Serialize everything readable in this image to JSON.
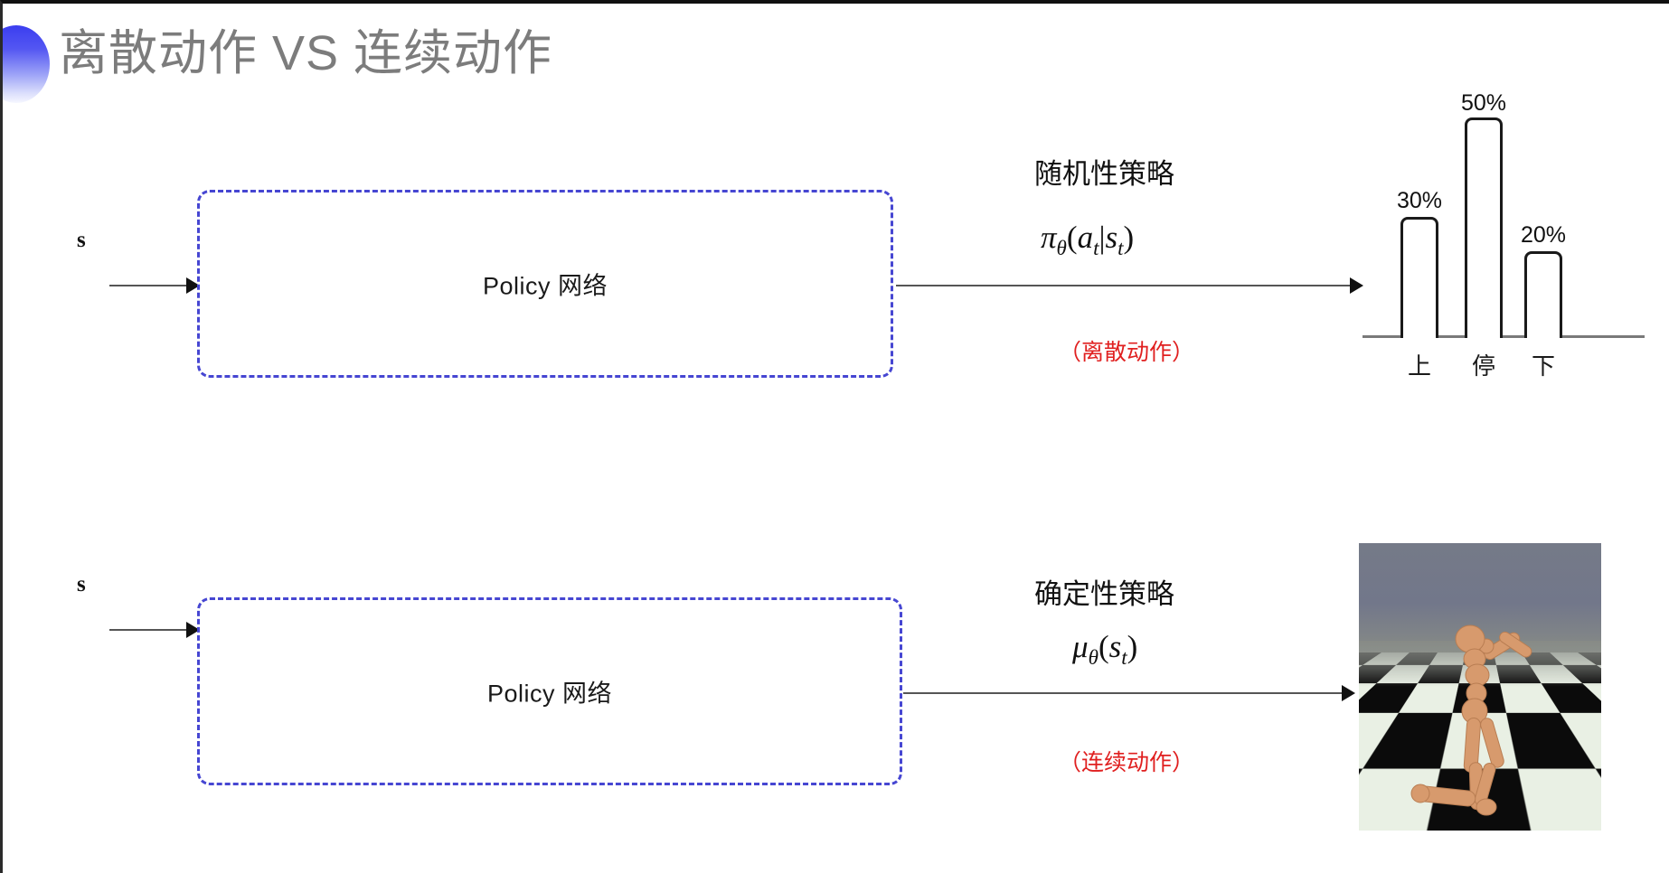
{
  "slide": {
    "title": "离散动作 VS 连续动作",
    "title_color": "#7c7c7c",
    "accent_color": "#4646d2",
    "note_color": "#e02020",
    "background": "#ffffff"
  },
  "rows": [
    {
      "id": "discrete",
      "input_label": "s",
      "box_label": "Policy 网络",
      "policy_kind": "随机性策略",
      "formula": {
        "head": "π",
        "head_sub": "θ",
        "body_open": "(",
        "arg1": "a",
        "arg1_sub": "t",
        "bar": "|",
        "arg2": "s",
        "arg2_sub": "t",
        "body_close": ")"
      },
      "action_note": "（离散动作）",
      "output_kind": "bar-chart"
    },
    {
      "id": "continuous",
      "input_label": "s",
      "box_label": "Policy 网络",
      "policy_kind": "确定性策略",
      "formula": {
        "head": "μ",
        "head_sub": "θ",
        "body_open": "(",
        "arg1": "s",
        "arg1_sub": "t",
        "body_close": ")"
      },
      "action_note": "（连续动作）",
      "output_kind": "humanoid-sim"
    }
  ],
  "chart_data": {
    "type": "bar",
    "title": "",
    "categories": [
      "上",
      "停",
      "下"
    ],
    "values": [
      30,
      50,
      20
    ],
    "value_labels": [
      "30%",
      "50%",
      "20%"
    ],
    "xlabel": "",
    "ylabel": "",
    "ylim": [
      0,
      60
    ],
    "grid": false,
    "legend": "none",
    "bar_style": "outlined",
    "bar_fill": "#ffffff",
    "bar_stroke": "#1a1a1a"
  },
  "sim": {
    "name": "humanoid-mujoco-frame",
    "sky_color": "#72778a",
    "floor_colors": [
      "#e9f0e4",
      "#0b0b0b"
    ],
    "body_color": "#d79a6d"
  }
}
